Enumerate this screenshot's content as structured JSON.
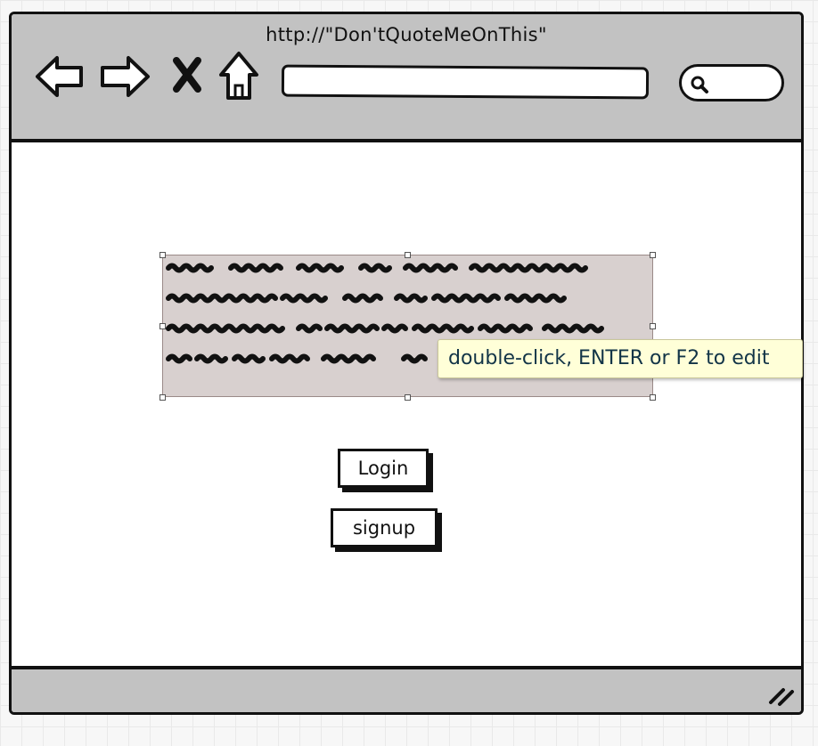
{
  "window": {
    "title": "http://\"Don'tQuoteMeOnThis\"",
    "nav_icons": [
      "back-arrow-icon",
      "forward-arrow-icon",
      "close-x-icon",
      "home-icon"
    ],
    "search_icon": "magnifier-icon"
  },
  "main": {
    "tooltip": "double-click, ENTER or F2 to edit",
    "buttons": {
      "login_label": "Login",
      "signup_label": "signup"
    }
  },
  "colors": {
    "chrome": "#c2c2c2",
    "selection_fill": "#d8d0cf",
    "tooltip_bg": "#ffffd8",
    "tooltip_text": "#123447"
  }
}
